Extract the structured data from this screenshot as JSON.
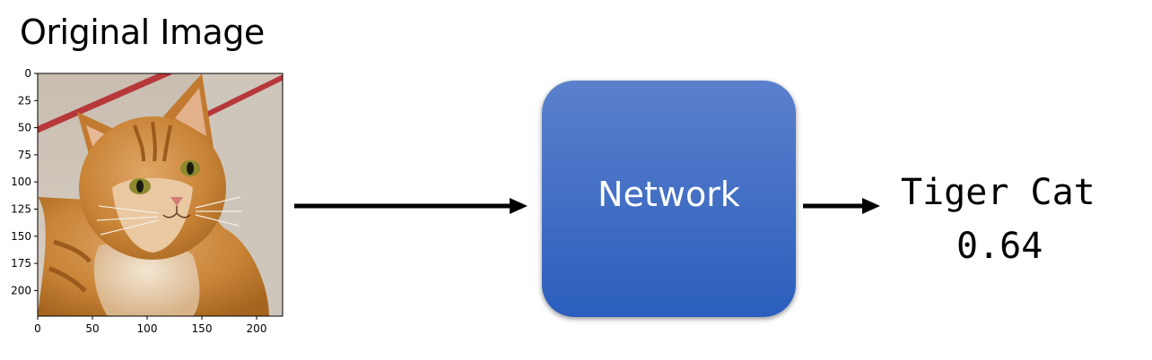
{
  "title": "Original Image",
  "image_panel": {
    "y_ticks": [
      "0",
      "25",
      "50",
      "75",
      "100",
      "125",
      "150",
      "175",
      "200"
    ],
    "x_ticks": [
      "0",
      "50",
      "100",
      "150",
      "200"
    ],
    "subject": "cat-photo"
  },
  "network": {
    "label": "Network",
    "color_top": "#5b80cc",
    "color_bottom": "#2b5ebd"
  },
  "prediction": {
    "label": "Tiger Cat",
    "score": "0.64"
  }
}
